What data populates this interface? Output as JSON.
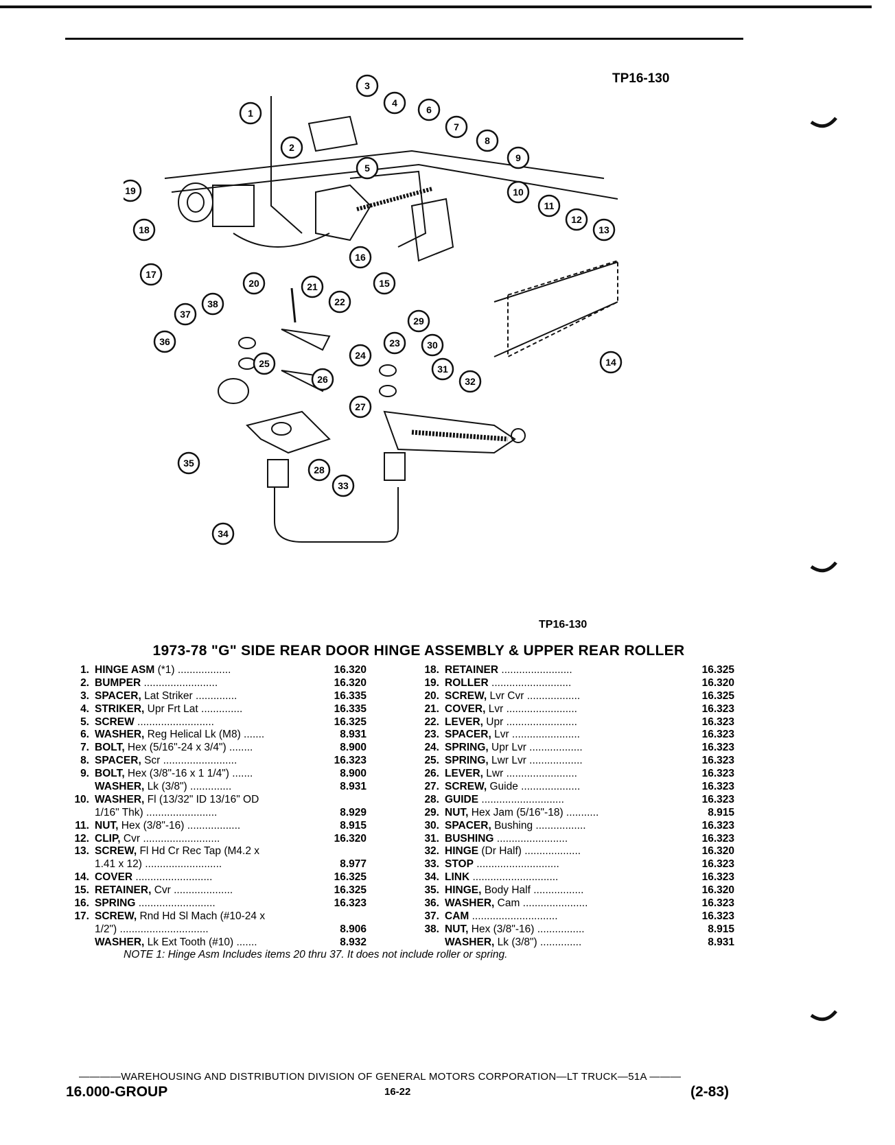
{
  "figure_label_top": "TP16-130",
  "figure_label_bottom": "TP16-130",
  "callouts": [
    "1",
    "2",
    "3",
    "4",
    "5",
    "6",
    "7",
    "8",
    "9",
    "10",
    "11",
    "12",
    "13",
    "14",
    "15",
    "16",
    "17",
    "18",
    "19",
    "20",
    "21",
    "22",
    "23",
    "24",
    "25",
    "26",
    "27",
    "28",
    "29",
    "30",
    "31",
    "32",
    "33",
    "34",
    "35",
    "36",
    "37",
    "38"
  ],
  "title": "1973-78 \"G\" SIDE REAR DOOR HINGE ASSEMBLY & UPPER REAR ROLLER",
  "parts_left": [
    {
      "num": "1.",
      "name": "HINGE ASM",
      "detail": " (*1) ..................",
      "ref": "16.320"
    },
    {
      "num": "2.",
      "name": "BUMPER",
      "detail": " .........................",
      "ref": "16.320"
    },
    {
      "num": "3.",
      "name": "SPACER,",
      "detail": " Lat Striker ..............",
      "ref": "16.335"
    },
    {
      "num": "4.",
      "name": "STRIKER,",
      "detail": " Upr Frt Lat ..............",
      "ref": "16.335"
    },
    {
      "num": "5.",
      "name": "SCREW",
      "detail": " ..........................",
      "ref": "16.325"
    },
    {
      "num": "6.",
      "name": "WASHER,",
      "detail": " Reg Helical Lk (M8) .......",
      "ref": "8.931"
    },
    {
      "num": "7.",
      "name": "BOLT,",
      "detail": " Hex (5/16\"-24 x 3/4\") ........",
      "ref": "8.900"
    },
    {
      "num": "8.",
      "name": "SPACER,",
      "detail": " Scr .........................",
      "ref": "16.323"
    },
    {
      "num": "9.",
      "name": "BOLT,",
      "detail": " Hex (3/8\"-16 x 1 1/4\") .......",
      "ref": "8.900"
    },
    {
      "num": "",
      "name": "WASHER,",
      "detail": " Lk (3/8\") ..............",
      "ref": "8.931"
    },
    {
      "num": "10.",
      "name": "WASHER,",
      "detail": " Fl (13/32\" ID 13/16\" OD",
      "ref": ""
    },
    {
      "num": "",
      "name": "",
      "detail": "1/16\" Thk) ........................",
      "ref": "8.929"
    },
    {
      "num": "11.",
      "name": "NUT,",
      "detail": " Hex (3/8\"-16) ..................",
      "ref": "8.915"
    },
    {
      "num": "12.",
      "name": "CLIP,",
      "detail": " Cvr ..........................",
      "ref": "16.320"
    },
    {
      "num": "13.",
      "name": "SCREW,",
      "detail": " Fl Hd Cr Rec Tap (M4.2 x",
      "ref": ""
    },
    {
      "num": "",
      "name": "",
      "detail": "1.41 x 12) ..........................",
      "ref": "8.977"
    },
    {
      "num": "14.",
      "name": "COVER",
      "detail": " ..........................",
      "ref": "16.325"
    },
    {
      "num": "15.",
      "name": "RETAINER,",
      "detail": " Cvr ....................",
      "ref": "16.325"
    },
    {
      "num": "16.",
      "name": "SPRING",
      "detail": " ..........................",
      "ref": "16.323"
    },
    {
      "num": "17.",
      "name": "SCREW,",
      "detail": " Rnd Hd Sl Mach (#10-24 x",
      "ref": ""
    },
    {
      "num": "",
      "name": "",
      "detail": "1/2\") ..............................",
      "ref": "8.906"
    },
    {
      "num": "",
      "name": "WASHER,",
      "detail": " Lk Ext Tooth (#10) .......",
      "ref": "8.932"
    }
  ],
  "parts_right": [
    {
      "num": "18.",
      "name": "RETAINER",
      "detail": " ........................",
      "ref": "16.325"
    },
    {
      "num": "19.",
      "name": "ROLLER",
      "detail": " ...........................",
      "ref": "16.320"
    },
    {
      "num": "20.",
      "name": "SCREW,",
      "detail": " Lvr Cvr ..................",
      "ref": "16.325"
    },
    {
      "num": "21.",
      "name": "COVER,",
      "detail": " Lvr ........................",
      "ref": "16.323"
    },
    {
      "num": "22.",
      "name": "LEVER,",
      "detail": " Upr ........................",
      "ref": "16.323"
    },
    {
      "num": "23.",
      "name": "SPACER,",
      "detail": " Lvr .......................",
      "ref": "16.323"
    },
    {
      "num": "24.",
      "name": "SPRING,",
      "detail": " Upr Lvr ..................",
      "ref": "16.323"
    },
    {
      "num": "25.",
      "name": "SPRING,",
      "detail": " Lwr Lvr ..................",
      "ref": "16.323"
    },
    {
      "num": "26.",
      "name": "LEVER,",
      "detail": " Lwr ........................",
      "ref": "16.323"
    },
    {
      "num": "27.",
      "name": "SCREW,",
      "detail": " Guide ....................",
      "ref": "16.323"
    },
    {
      "num": "28.",
      "name": "GUIDE",
      "detail": " ............................",
      "ref": "16.323"
    },
    {
      "num": "29.",
      "name": "NUT,",
      "detail": " Hex Jam (5/16\"-18) ...........",
      "ref": "8.915"
    },
    {
      "num": "30.",
      "name": "SPACER,",
      "detail": " Bushing .................",
      "ref": "16.323"
    },
    {
      "num": "31.",
      "name": "BUSHING",
      "detail": " ........................",
      "ref": "16.323"
    },
    {
      "num": "32.",
      "name": "HINGE",
      "detail": " (Dr Half) ...................",
      "ref": "16.320"
    },
    {
      "num": "33.",
      "name": "STOP",
      "detail": " ............................",
      "ref": "16.323"
    },
    {
      "num": "34.",
      "name": "LINK",
      "detail": " .............................",
      "ref": "16.323"
    },
    {
      "num": "35.",
      "name": "HINGE,",
      "detail": " Body Half .................",
      "ref": "16.320"
    },
    {
      "num": "36.",
      "name": "WASHER,",
      "detail": " Cam ......................",
      "ref": "16.323"
    },
    {
      "num": "37.",
      "name": "CAM",
      "detail": " .............................",
      "ref": "16.323"
    },
    {
      "num": "38.",
      "name": "NUT,",
      "detail": " Hex (3/8\"-16) ................",
      "ref": "8.915"
    },
    {
      "num": "",
      "name": "WASHER,",
      "detail": " Lk (3/8\") ..............",
      "ref": "8.931"
    }
  ],
  "note": "NOTE 1: Hinge Asm Includes items 20 thru 37. It does not include roller or spring.",
  "footer": {
    "division": "————WAREHOUSING AND DISTRIBUTION DIVISION OF GENERAL MOTORS CORPORATION—LT TRUCK—51A ———",
    "group": "16.000-GROUP",
    "page": "16-22",
    "date": "(2-83)"
  }
}
